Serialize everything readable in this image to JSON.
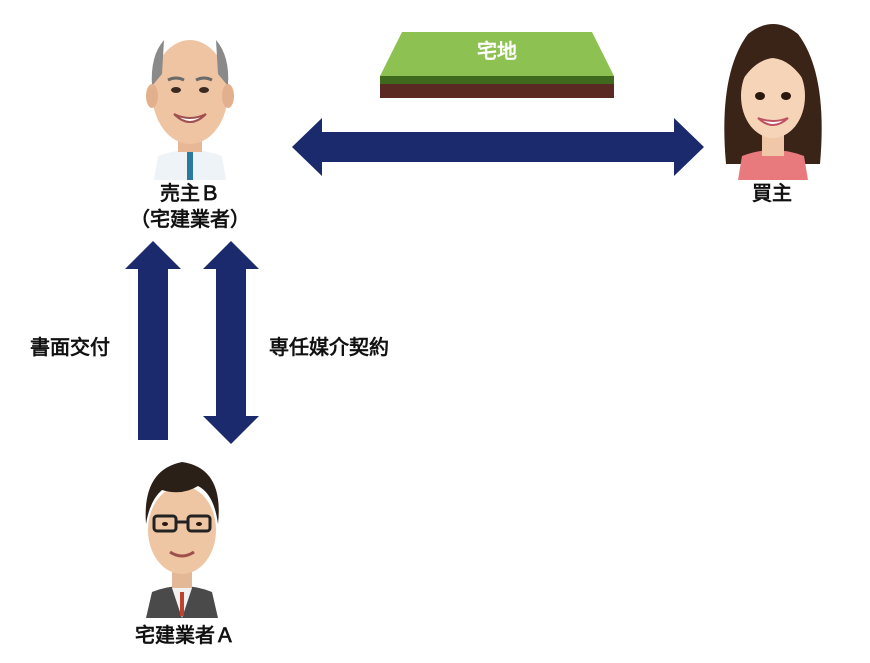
{
  "land": {
    "label": "宅地"
  },
  "seller": {
    "name": "売主Ｂ",
    "role": "（宅建業者）"
  },
  "buyer": {
    "name": "買主"
  },
  "agent": {
    "name": "宅建業者Ａ"
  },
  "relations": {
    "document_delivery": "書面交付",
    "exclusive_brokerage": "専任媒介契約"
  },
  "colors": {
    "arrow": "#1a2a6c",
    "land_top": "#8dc152",
    "land_mid": "#3f6a1e",
    "land_soil": "#5a2a22"
  }
}
